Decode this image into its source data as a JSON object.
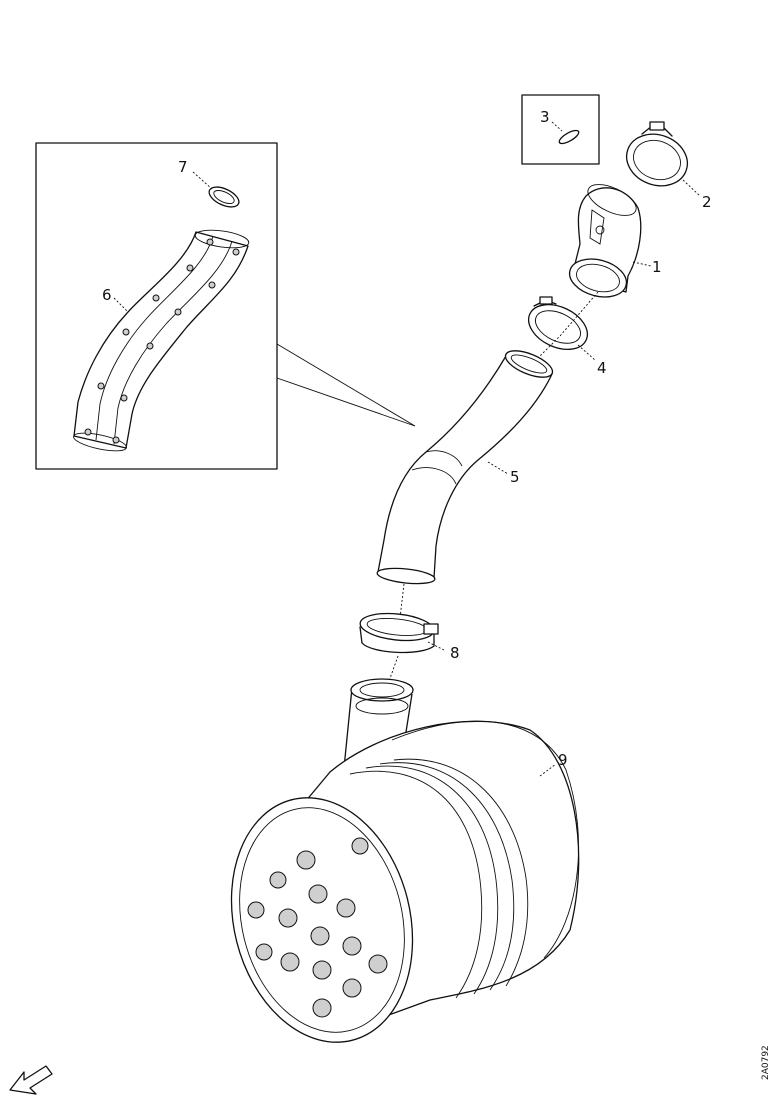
{
  "diagram": {
    "callouts": [
      {
        "id": "1",
        "label": "1"
      },
      {
        "id": "2",
        "label": "2"
      },
      {
        "id": "3",
        "label": "3"
      },
      {
        "id": "4",
        "label": "4"
      },
      {
        "id": "5",
        "label": "5"
      },
      {
        "id": "6",
        "label": "6"
      },
      {
        "id": "7",
        "label": "7"
      },
      {
        "id": "8",
        "label": "8"
      },
      {
        "id": "9",
        "label": "9"
      }
    ],
    "reference_code": "2A0792",
    "icons": {
      "orientation_arrow": "front-direction-arrow-icon"
    }
  }
}
